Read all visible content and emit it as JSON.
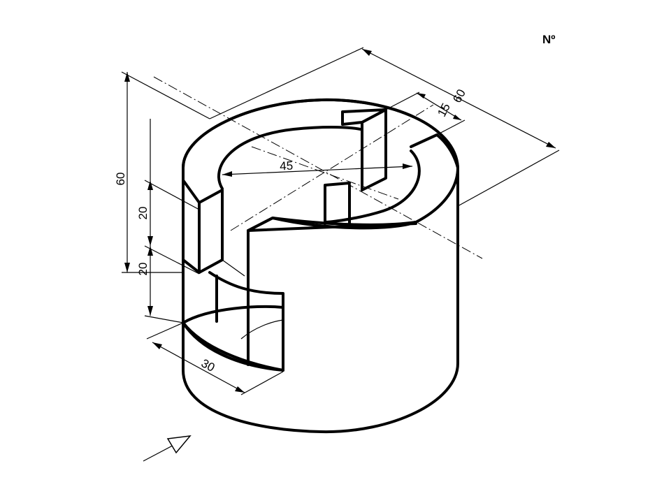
{
  "drawing": {
    "number_label": "Nº",
    "dimensions": {
      "total_height": "60",
      "slot_height_upper": "20",
      "slot_height_lower": "20",
      "outer_diameter": "60",
      "tab_offset": "15",
      "inner_diameter": "45",
      "slot_width": "30"
    }
  }
}
